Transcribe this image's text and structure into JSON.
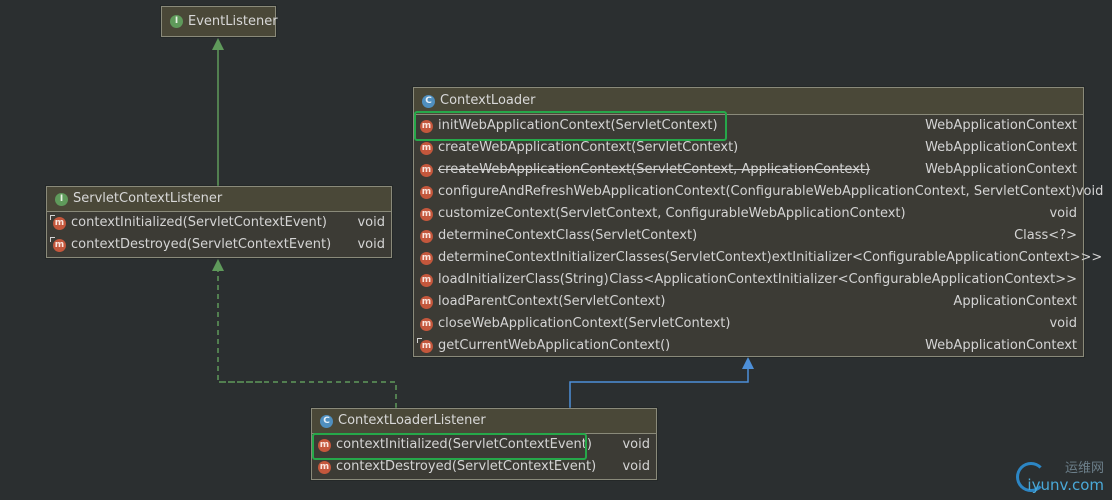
{
  "nodes": {
    "event_listener": {
      "kind": "I",
      "name": "EventListener",
      "methods": []
    },
    "servlet_context_listener": {
      "kind": "I",
      "name": "ServletContextListener",
      "methods": [
        {
          "badge": "m",
          "sig": "contextInitialized(ServletContextEvent)",
          "ret": "void"
        },
        {
          "badge": "m",
          "sig": "contextDestroyed(ServletContextEvent)",
          "ret": "void"
        }
      ]
    },
    "context_loader": {
      "kind": "C",
      "name": "ContextLoader",
      "methods": [
        {
          "badge": "m",
          "sig": "initWebApplicationContext(ServletContext)",
          "ret": "WebApplicationContext"
        },
        {
          "badge": "m",
          "sig": "createWebApplicationContext(ServletContext)",
          "ret": "WebApplicationContext"
        },
        {
          "badge": "m",
          "sig": "createWebApplicationContext(ServletContext, ApplicationContext)",
          "ret": "WebApplicationContext"
        },
        {
          "badge": "m",
          "sig": "configureAndRefreshWebApplicationContext(ConfigurableWebApplicationContext, ServletContext)",
          "ret": "void"
        },
        {
          "badge": "m",
          "sig": "customizeContext(ServletContext, ConfigurableWebApplicationContext)",
          "ret": "void"
        },
        {
          "badge": "m",
          "sig": "determineContextClass(ServletContext)",
          "ret": "Class<?>"
        },
        {
          "badge": "m",
          "sig": "determineContextInitializerClasses(ServletContext)",
          "ret": "extInitializer<ConfigurableApplicationContext>>>"
        },
        {
          "badge": "m",
          "sig": "loadInitializerClass(String)",
          "ret": "Class<ApplicationContextInitializer<ConfigurableApplicationContext>>"
        },
        {
          "badge": "m",
          "sig": "loadParentContext(ServletContext)",
          "ret": "ApplicationContext"
        },
        {
          "badge": "m",
          "sig": "closeWebApplicationContext(ServletContext)",
          "ret": "void"
        },
        {
          "badge": "m",
          "sig": "getCurrentWebApplicationContext()",
          "ret": "WebApplicationContext"
        }
      ]
    },
    "context_loader_listener": {
      "kind": "C",
      "name": "ContextLoaderListener",
      "methods": [
        {
          "badge": "m",
          "sig": "contextInitialized(ServletContextEvent)",
          "ret": "void"
        },
        {
          "badge": "m",
          "sig": "contextDestroyed(ServletContextEvent)",
          "ret": "void"
        }
      ]
    }
  },
  "edges": [
    {
      "from": "servlet_context_listener",
      "to": "event_listener",
      "style": "solid",
      "relation": "extends"
    },
    {
      "from": "context_loader_listener",
      "to": "servlet_context_listener",
      "style": "dashed",
      "relation": "implements"
    },
    {
      "from": "context_loader_listener",
      "to": "context_loader",
      "style": "solid",
      "relation": "extends"
    }
  ],
  "colors": {
    "background": "#2b2f30",
    "node_fill": "#3c3b35",
    "node_header": "#4a4838",
    "node_border": "#8a8a7a",
    "highlight": "#26a84a",
    "extends_line": "#5f9a5b",
    "implements_line": "#5f9a5b",
    "class_extends_line": "#4d8fd8",
    "method_badge": "#c4573c",
    "interface_badge": "#5f9a5b",
    "class_badge": "#4f8fbf"
  },
  "watermark": {
    "cn": "运维网",
    "url": "iyunv.com"
  }
}
